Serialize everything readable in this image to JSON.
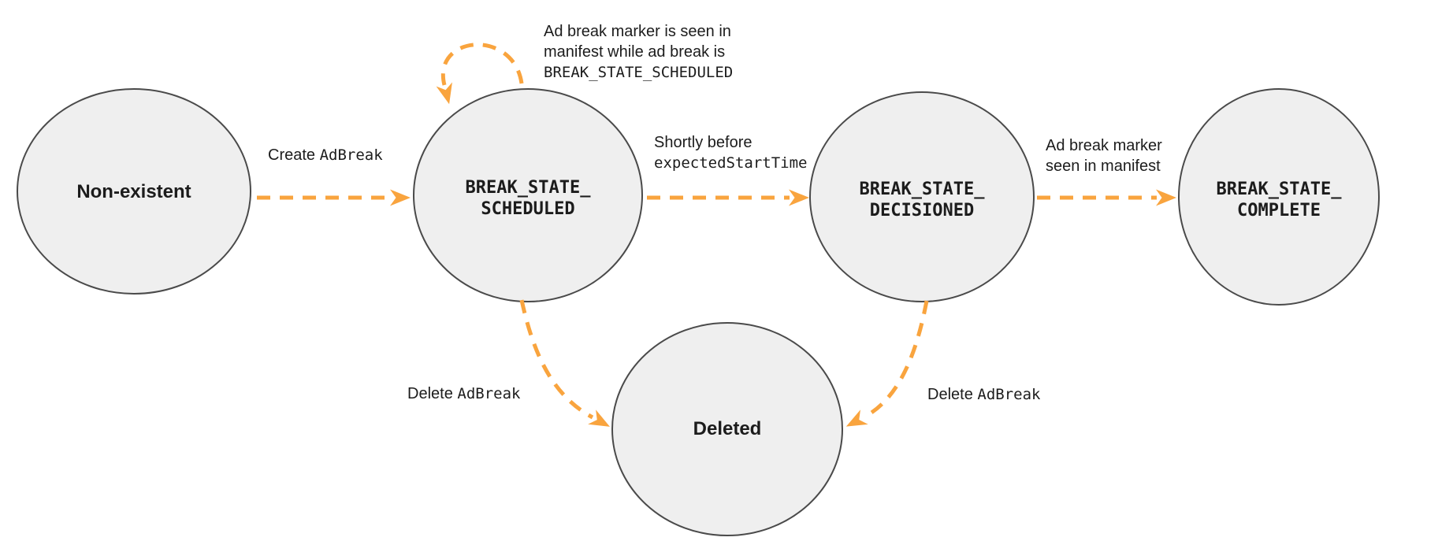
{
  "colors": {
    "arrow_orange": "#f9a43e",
    "node_fill": "#efefef",
    "node_border": "#4a4a4a",
    "text": "#1c1c1c"
  },
  "nodes": {
    "non_existent": {
      "line1": "Non-existent"
    },
    "scheduled": {
      "line1": "BREAK_STATE_",
      "line2": "SCHEDULED"
    },
    "decisioned": {
      "line1": "BREAK_STATE_",
      "line2": "DECISIONED"
    },
    "complete": {
      "line1": "BREAK_STATE_",
      "line2": "COMPLETE"
    },
    "deleted": {
      "line1": "Deleted"
    }
  },
  "edges": {
    "create": {
      "text": "Create",
      "code": "AdBreak"
    },
    "self_loop": {
      "line1": "Ad break marker is seen in",
      "line2": "manifest while ad break is",
      "code_line": "BREAK_STATE_SCHEDULED"
    },
    "decision": {
      "line1": "Shortly before",
      "code_line": "expectedStartTime"
    },
    "manifest": {
      "line1": "Ad break marker",
      "line2": "seen in manifest"
    },
    "delete_from_scheduled": {
      "text": "Delete",
      "code": "AdBreak"
    },
    "delete_from_decisioned": {
      "text": "Delete",
      "code": "AdBreak"
    }
  }
}
